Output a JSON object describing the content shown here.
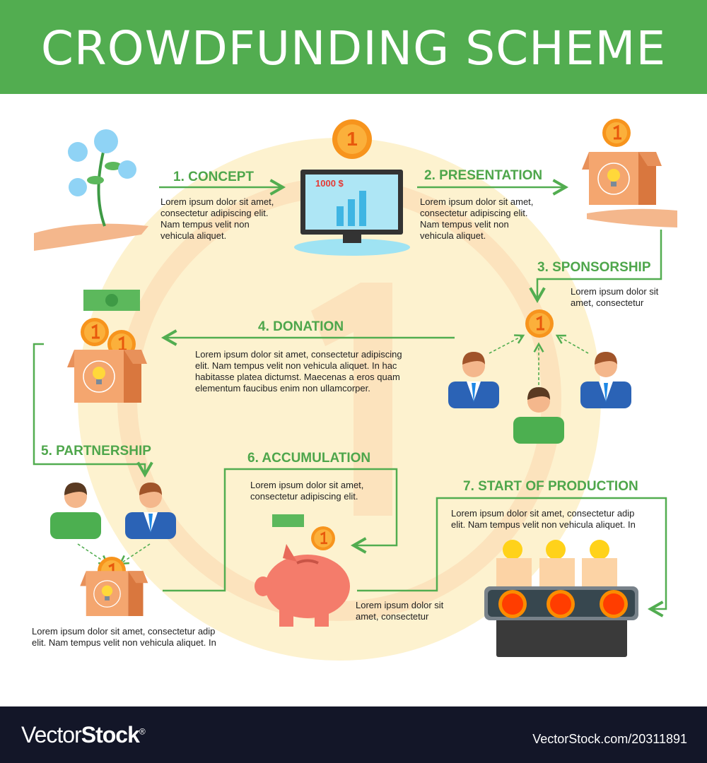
{
  "title": "CROWDFUNDING SCHEME",
  "steps": [
    {
      "heading": "1. CONCEPT",
      "text": [
        "Lorem ipsum dolor sit amet,",
        "consectetur adipiscing elit.",
        "Nam tempus velit non",
        "vehicula aliquet."
      ]
    },
    {
      "heading": "2. PRESENTATION",
      "text": [
        "Lorem ipsum dolor sit amet,",
        "consectetur adipiscing elit.",
        "Nam tempus velit non",
        "vehicula aliquet."
      ]
    },
    {
      "heading": "3. SPONSORSHIP",
      "text": [
        "Lorem ipsum dolor sit",
        "amet, consectetur"
      ]
    },
    {
      "heading": "4. DONATION",
      "text": [
        "Lorem ipsum dolor sit amet, consectetur adipiscing",
        "elit. Nam tempus velit non vehicula aliquet. In hac",
        "habitasse platea dictumst. Maecenas a eros quam",
        "elementum faucibus enim non ullamcorper."
      ]
    },
    {
      "heading": "5. PARTNERSHIP",
      "text": [
        "Lorem ipsum dolor sit amet, consectetur adip",
        "elit. Nam tempus velit non vehicula aliquet. In"
      ]
    },
    {
      "heading": "6. ACCUMULATION",
      "text": [
        "Lorem ipsum dolor sit amet,",
        "consectetur adipiscing elit."
      ],
      "extra": [
        "Lorem ipsum dolor sit",
        "amet, consectetur"
      ]
    },
    {
      "heading": "7. START OF PRODUCTION",
      "text": [
        "Lorem ipsum dolor sit amet, consectetur adip",
        "elit. Nam tempus velit non vehicula aliquet. In"
      ]
    }
  ],
  "monitor_label": "1000 $",
  "coin_label": "1",
  "footer": {
    "logo_light": "Vector",
    "logo_bold": "Stock",
    "logo_mark": "®",
    "ref": "VectorStock.com/20311891"
  },
  "colors": {
    "green": "#52ad50",
    "bg_circle": "#fdf2cf",
    "footer": "#131628"
  }
}
